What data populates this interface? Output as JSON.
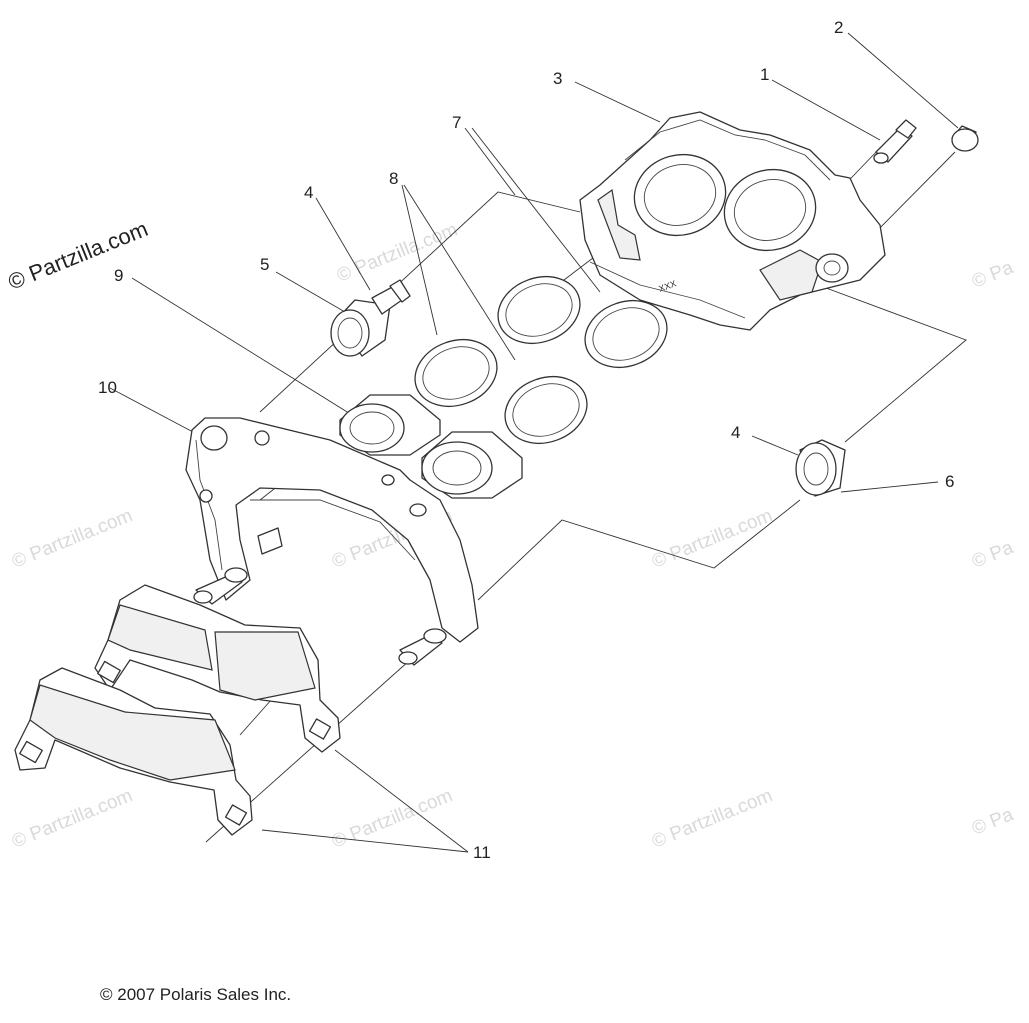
{
  "watermark_main": "© Partzilla.com",
  "watermark_tile": "© Partzilla.com",
  "watermark_edge": "© Pa",
  "callouts": {
    "c1": "1",
    "c2": "2",
    "c3": "3",
    "c4a": "4",
    "c4b": "4",
    "c5": "5",
    "c6": "6",
    "c7": "7",
    "c8": "8",
    "c9": "9",
    "c10": "10",
    "c11": "11"
  },
  "caliper_mark": "XXX",
  "copyright": "© 2007 Polaris Sales Inc."
}
